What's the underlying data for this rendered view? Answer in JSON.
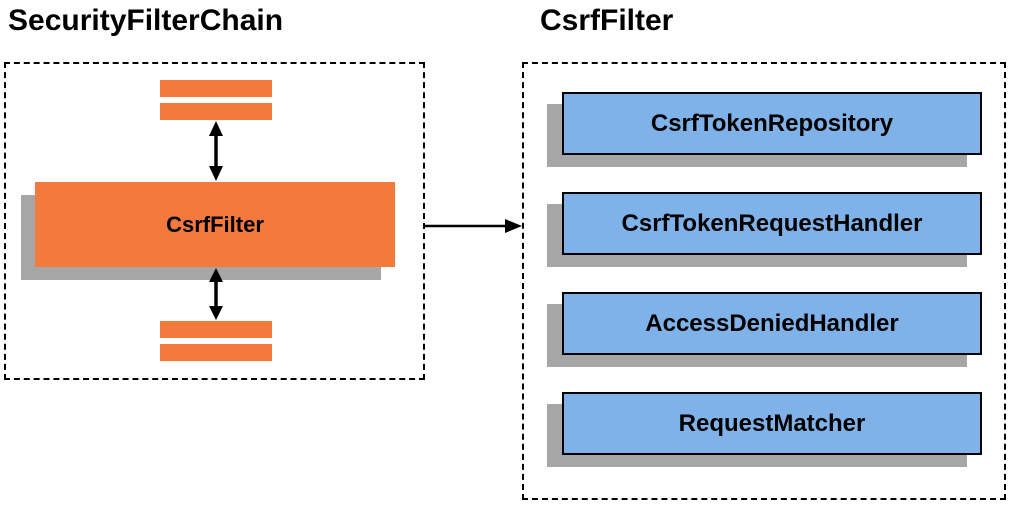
{
  "diagram": {
    "left": {
      "title": "SecurityFilterChain",
      "filter_node_label": "CsrfFilter"
    },
    "right": {
      "title": "CsrfFilter",
      "components": [
        {
          "label": "CsrfTokenRepository"
        },
        {
          "label": "CsrfTokenRequestHandler"
        },
        {
          "label": "AccessDeniedHandler"
        },
        {
          "label": "RequestMatcher"
        }
      ]
    },
    "icons": {
      "vertical_connector": "double-arrow-icon",
      "flow_connector": "arrow-right-icon"
    }
  },
  "colors": {
    "orange": "#F4793C",
    "blue": "#7EB2E8",
    "shadow": "#A6A6A6",
    "ink": "#000000"
  }
}
